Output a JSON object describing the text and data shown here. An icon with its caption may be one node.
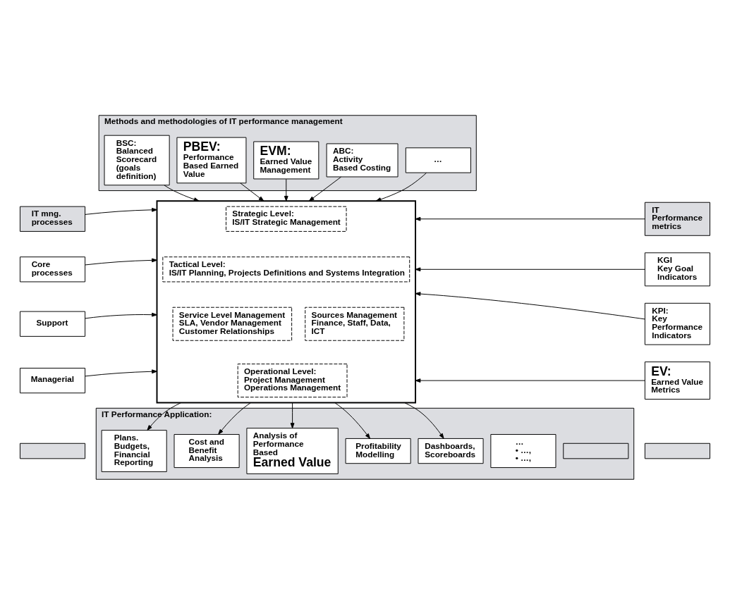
{
  "diagram": {
    "nodes": [
      {
        "text": [
          "Methods and methodologies of IT performance management"
        ]
      },
      {
        "text": [
          "BSC:",
          "Balanced Scorecard (goals definition)"
        ],
        "in": 0
      },
      {
        "text": [
          "PBEV:",
          "Performance Based Earned Value"
        ],
        "in": 0
      },
      {
        "text": [
          "EVM:",
          "Earned Value Management"
        ],
        "in": 0
      },
      {
        "text": [
          "ABC:",
          "Activity Based Costing"
        ],
        "in": 0
      },
      {
        "text": [
          "…"
        ],
        "in": 0
      },
      {
        "text": [],
        "shape": "box"
      },
      {
        "text": [
          "Strategic Level:",
          "IS/IT Strategic Management"
        ],
        "in": 6
      },
      {
        "text": [
          "Tactical Level:",
          "IS/IT Planning, Projects Definitions and Systems Integration"
        ],
        "in": 6
      },
      {
        "text": [
          "Service Level Management",
          "SLA, Vendor Management Customer Relationships"
        ],
        "in": 6
      },
      {
        "text": [
          "Sources Management",
          "Finance, Staff, Data, ICT"
        ],
        "in": 6
      },
      {
        "text": [
          "Operational Level:",
          "Project Management Operations Management"
        ],
        "in": 6
      },
      {
        "text": [
          "IT mng. processes"
        ]
      },
      {
        "text": [
          "Core processes"
        ]
      },
      {
        "text": [
          "Support"
        ]
      },
      {
        "text": [
          "Managerial"
        ]
      },
      {
        "text": [],
        "shape": "box"
      },
      {
        "text": [
          "IT Performance metrics"
        ]
      },
      {
        "text": [
          "KGI",
          "Key Goal Indicators"
        ]
      },
      {
        "text": [
          "KPI:",
          "Key Performance Indicators"
        ]
      },
      {
        "text": [
          "EV:",
          "Earned Value Metrics"
        ]
      },
      {
        "text": [],
        "shape": "box"
      },
      {
        "text": [
          "IT Performance Application:"
        ]
      },
      {
        "text": [
          "Plans. Budgets, Financial Reporting"
        ],
        "in": 22
      },
      {
        "text": [
          "Cost and Benefit Analysis"
        ],
        "in": 22
      },
      {
        "text": [
          "Analysis of Performance Based",
          "Earned Value"
        ],
        "in": 22
      },
      {
        "text": [
          "Profitability Modelling"
        ],
        "in": 22
      },
      {
        "text": [
          "Dashboards, Scoreboards"
        ],
        "in": 22
      },
      {
        "text": [
          "…",
          "• …,",
          "• …,"
        ],
        "in": 22
      },
      {
        "text": [],
        "shape": "box",
        "in": 22
      }
    ],
    "edges": [
      {
        "from": 1,
        "to": 6,
        "arrow": "to"
      },
      {
        "from": 2,
        "to": 6,
        "arrow": "to"
      },
      {
        "from": 3,
        "to": 6,
        "arrow": "to"
      },
      {
        "from": 4,
        "to": 6,
        "arrow": "to"
      },
      {
        "from": 5,
        "to": 6,
        "arrow": "to"
      },
      {
        "from": 12,
        "to": 6,
        "arrow": "to"
      },
      {
        "from": 13,
        "to": 6,
        "arrow": "to"
      },
      {
        "from": 14,
        "to": 6,
        "arrow": "to"
      },
      {
        "from": 15,
        "to": 6,
        "arrow": "to"
      },
      {
        "from": 17,
        "to": 6,
        "arrow": "to"
      },
      {
        "from": 18,
        "to": 6,
        "arrow": "to"
      },
      {
        "from": 19,
        "to": 6,
        "arrow": "to"
      },
      {
        "from": 20,
        "to": 6,
        "arrow": "to"
      },
      {
        "from": 6,
        "to": 23,
        "arrow": "to"
      },
      {
        "from": 6,
        "to": 24,
        "arrow": "to"
      },
      {
        "from": 6,
        "to": 25,
        "arrow": "to"
      },
      {
        "from": 6,
        "to": 26,
        "arrow": "to"
      },
      {
        "from": 6,
        "to": 27,
        "arrow": "to"
      }
    ]
  }
}
